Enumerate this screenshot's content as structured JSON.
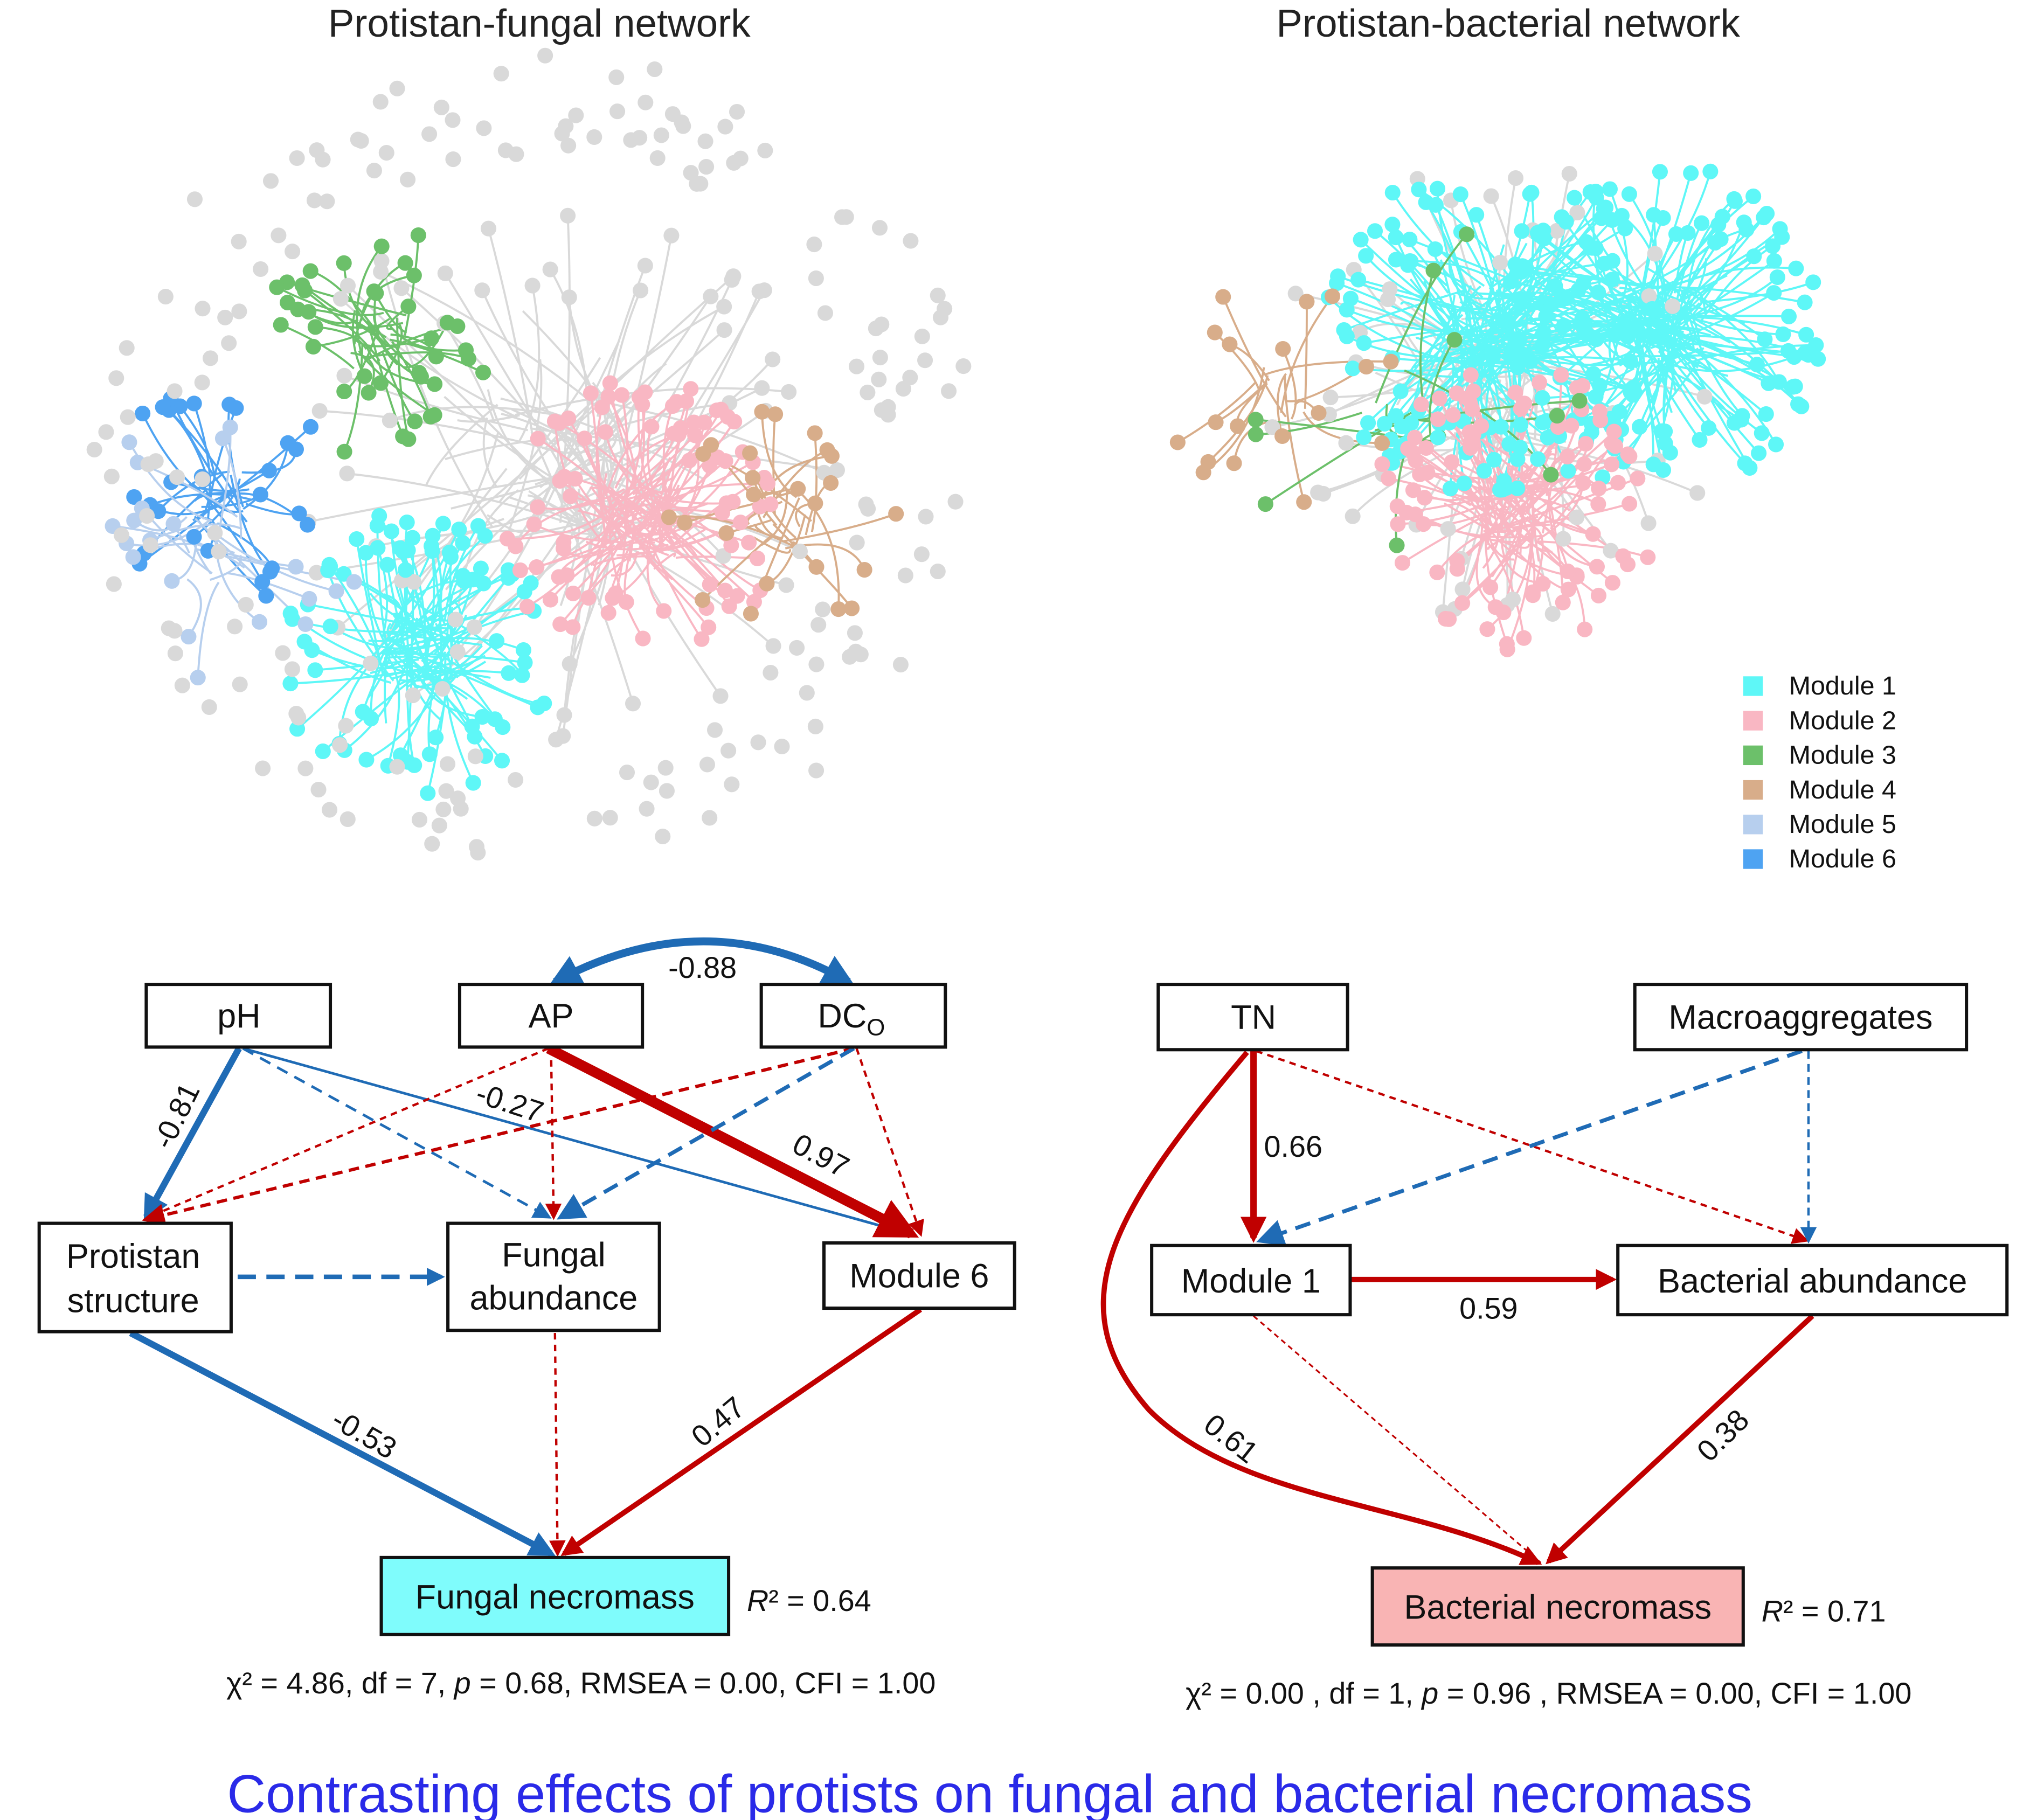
{
  "titles": {
    "fungal_network": "Protistan-fungal network",
    "bacterial_network": "Protistan-bacterial network"
  },
  "legend": [
    {
      "label": "Module 1",
      "color": "#5ef7f7"
    },
    {
      "label": "Module 2",
      "color": "#f9b7c3"
    },
    {
      "label": "Module 3",
      "color": "#6cc06a"
    },
    {
      "label": "Module 4",
      "color": "#d8ad8a"
    },
    {
      "label": "Module 5",
      "color": "#b7cfee"
    },
    {
      "label": "Module 6",
      "color": "#4ea3f2"
    }
  ],
  "other_node_color": "#d9d9d9",
  "colors": {
    "positive": "#c00000",
    "negative": "#1f6bb5",
    "fungal_fill": "#7ffcfc",
    "bacterial_fill": "#f9b4b4",
    "caption": "#2a2ae8"
  },
  "fungal_sem": {
    "nodes": {
      "ph": "pH",
      "ap": "AP",
      "dco_main": "DC",
      "dco_sub": "O",
      "protistan_1": "Protistan",
      "protistan_2": "structure",
      "fungal_abund_1": "Fungal",
      "fungal_abund_2": "abundance",
      "module6": "Module 6",
      "necromass": "Fungal necromass"
    },
    "coefficients": {
      "ap_dco": "-0.88",
      "ph_protistan": "-0.81",
      "ph_module6": "-0.27",
      "ap_module6": "0.97",
      "protistan_necromass": "-0.53",
      "module6_necromass": "0.47"
    },
    "r2_label": "R",
    "r2_value": "² = 0.64",
    "fit": {
      "chi": "χ",
      "chi_rest": "² = 4.86, df = 7, ",
      "p": "p",
      "rest": " = 0.68, RMSEA = 0.00, CFI = 1.00"
    }
  },
  "bacterial_sem": {
    "nodes": {
      "tn": "TN",
      "macro": "Macroaggregates",
      "module1": "Module 1",
      "bact_abund": "Bacterial abundance",
      "necromass": "Bacterial necromass"
    },
    "coefficients": {
      "tn_module1": "0.66",
      "module1_abund": "0.59",
      "tn_necromass": "0.61",
      "abund_necromass": "0.38"
    },
    "r2_label": "R",
    "r2_value": "² = 0.71",
    "fit": {
      "chi": "χ",
      "chi_rest": "² = 0.00 , df = 1, ",
      "p": "p",
      "rest": " = 0.96 , RMSEA = 0.00, CFI = 1.00"
    }
  },
  "caption": "Contrasting effects of protists on fungal and bacterial necromass"
}
